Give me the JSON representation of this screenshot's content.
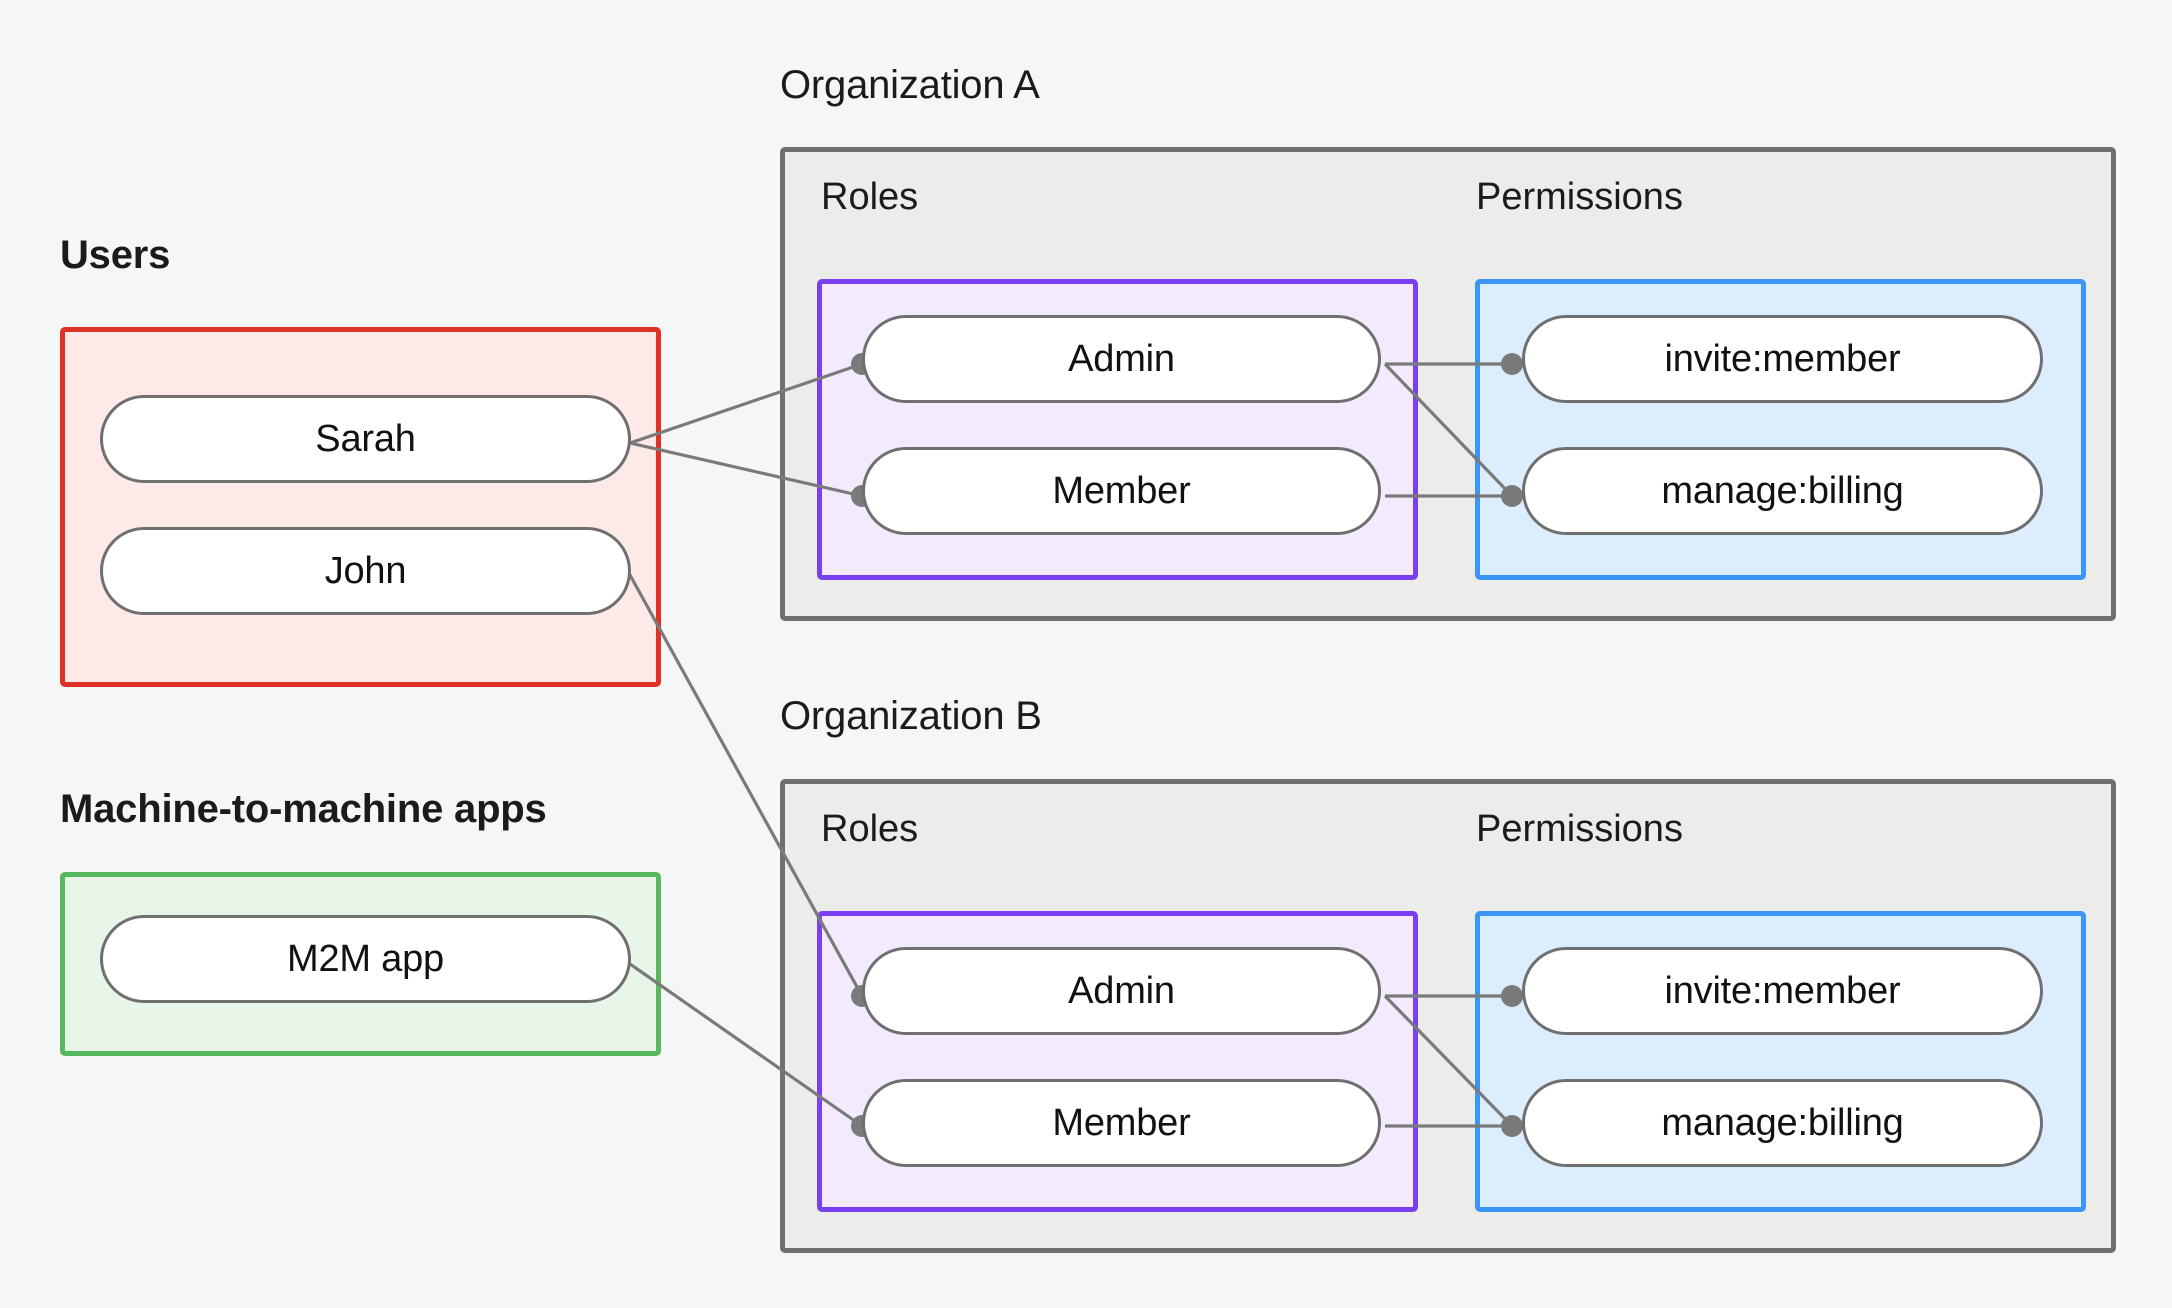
{
  "diagram": {
    "title_users": "Users",
    "title_m2m": "Machine-to-machine apps",
    "org_a_title": "Organization A",
    "org_b_title": "Organization B",
    "label_roles": "Roles",
    "label_permissions": "Permissions",
    "colors": {
      "canvas_background": "#f5f7f6",
      "users_border": "#e03127",
      "users_fill": "#fdeae8",
      "m2m_border": "#57b85f",
      "m2m_fill": "#e8f6e9",
      "org_border": "#6f6f6f",
      "org_fill": "#ececea",
      "roles_border": "#7b3ff2",
      "roles_fill": "#f3ebfd",
      "permissions_border": "#3b95f6",
      "permissions_fill": "#dceefd",
      "node_border": "#6f6f6f",
      "node_fill": "#ffffff",
      "edge_stroke": "#7a7a7a",
      "text": "#1b1b1b"
    },
    "users": [
      {
        "id": "sarah",
        "label": "Sarah"
      },
      {
        "id": "john",
        "label": "John"
      }
    ],
    "m2m_apps": [
      {
        "id": "m2m-app",
        "label": "M2M app"
      }
    ],
    "organizations": [
      {
        "id": "org-a",
        "title": "Organization A",
        "roles_label": "Roles",
        "permissions_label": "Permissions",
        "roles": [
          {
            "id": "a-admin",
            "label": "Admin"
          },
          {
            "id": "a-member",
            "label": "Member"
          }
        ],
        "permissions": [
          {
            "id": "a-invite",
            "label": "invite:member"
          },
          {
            "id": "a-billing",
            "label": "manage:billing"
          }
        ]
      },
      {
        "id": "org-b",
        "title": "Organization B",
        "roles_label": "Roles",
        "permissions_label": "Permissions",
        "roles": [
          {
            "id": "b-admin",
            "label": "Admin"
          },
          {
            "id": "b-member",
            "label": "Member"
          }
        ],
        "permissions": [
          {
            "id": "b-invite",
            "label": "invite:member"
          },
          {
            "id": "b-billing",
            "label": "manage:billing"
          }
        ]
      }
    ],
    "edges": [
      {
        "from": "sarah",
        "to": "a-admin"
      },
      {
        "from": "sarah",
        "to": "a-member"
      },
      {
        "from": "john",
        "to": "b-admin"
      },
      {
        "from": "a-admin",
        "to": "a-invite"
      },
      {
        "from": "a-admin",
        "to": "a-billing"
      },
      {
        "from": "a-member",
        "to": "a-billing"
      },
      {
        "from": "m2m-app",
        "to": "b-member"
      },
      {
        "from": "b-admin",
        "to": "b-invite"
      },
      {
        "from": "b-admin",
        "to": "b-billing"
      },
      {
        "from": "b-member",
        "to": "b-billing"
      }
    ]
  }
}
